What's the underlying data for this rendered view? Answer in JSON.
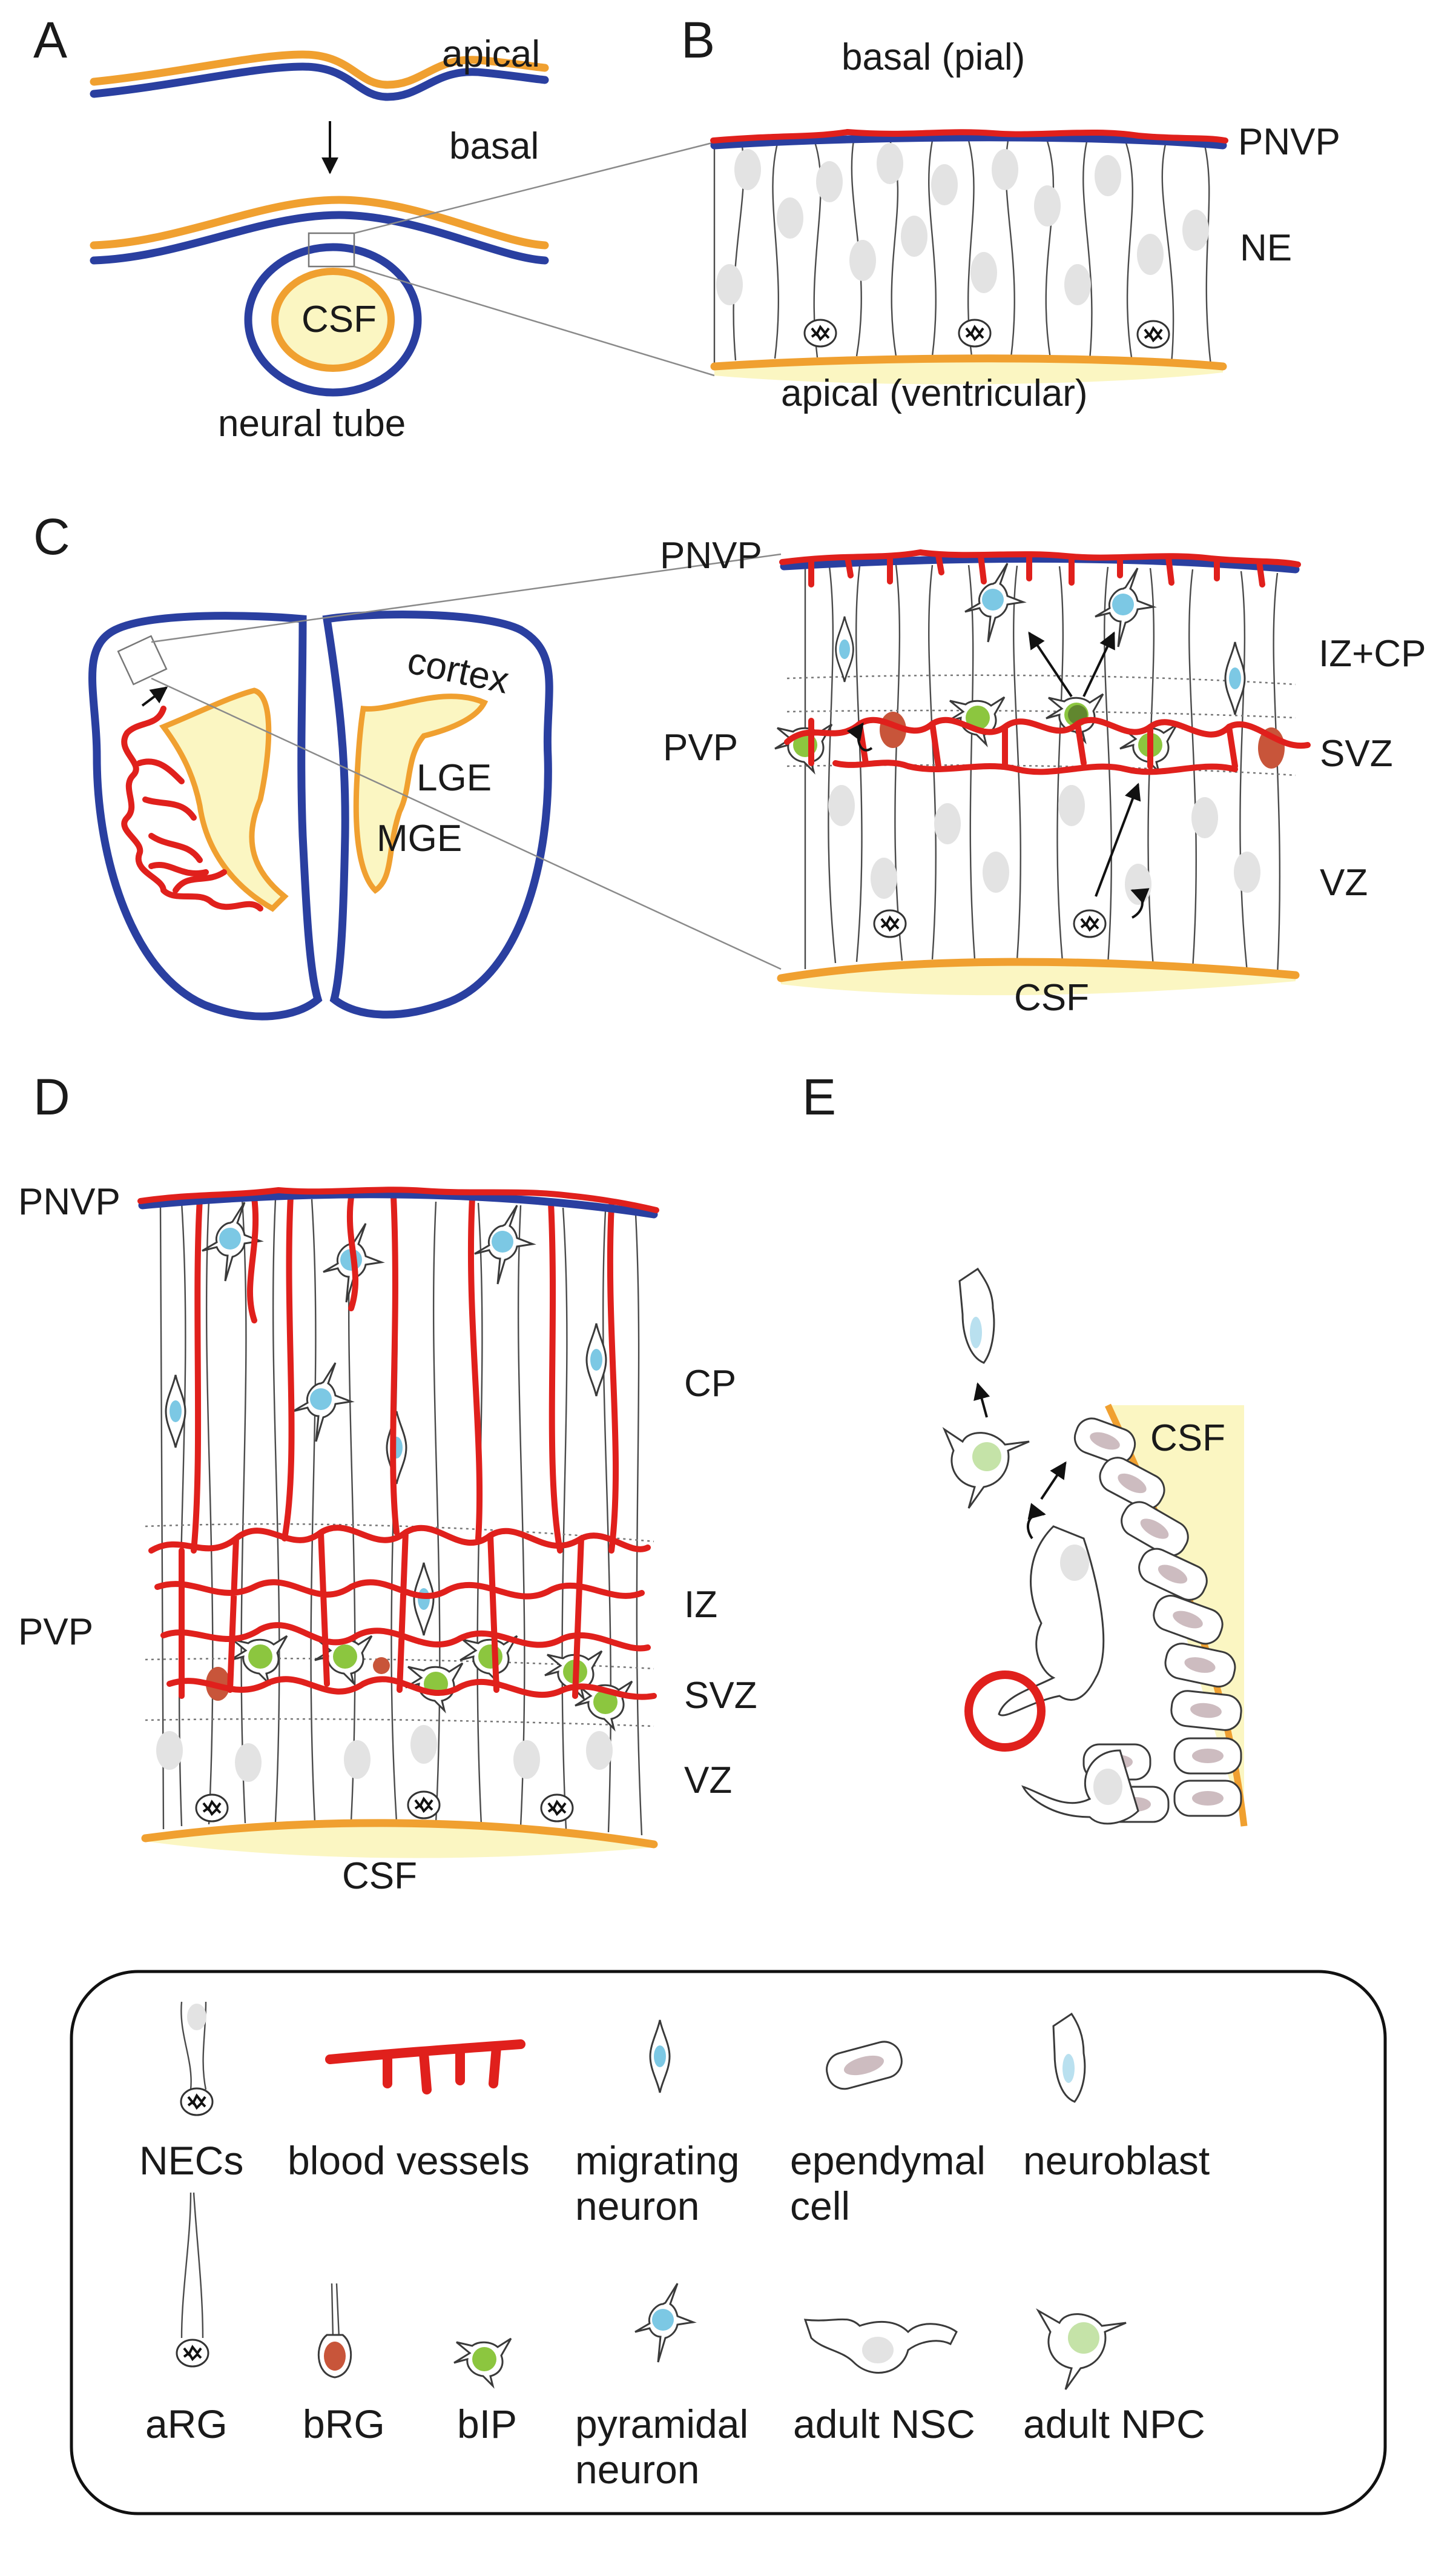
{
  "panels": {
    "a": "A",
    "b": "B",
    "c": "C",
    "d": "D",
    "e": "E"
  },
  "panel_a": {
    "apical": "apical",
    "basal": "basal",
    "csf": "CSF",
    "neural_tube": "neural tube"
  },
  "panel_b": {
    "basal_pial": "basal (pial)",
    "pnvp": "PNVP",
    "ne": "NE",
    "apical_ventricular": "apical (ventricular)"
  },
  "panel_c": {
    "cortex": "cortex",
    "lge": "LGE",
    "mge": "MGE",
    "pnvp": "PNVP",
    "pvp": "PVP",
    "iz_cp": "IZ+CP",
    "svz": "SVZ",
    "vz": "VZ",
    "csf": "CSF"
  },
  "panel_d": {
    "pnvp": "PNVP",
    "cp": "CP",
    "pvp": "PVP",
    "iz": "IZ",
    "svz": "SVZ",
    "vz": "VZ",
    "csf": "CSF"
  },
  "panel_e": {
    "csf": "CSF"
  },
  "legend": {
    "items": [
      {
        "line1": "NECs",
        "line2": ""
      },
      {
        "line1": "blood vessels",
        "line2": ""
      },
      {
        "line1": "migrating",
        "line2": "neuron"
      },
      {
        "line1": "ependymal",
        "line2": "cell"
      },
      {
        "line1": "neuroblast",
        "line2": ""
      },
      {
        "line1": "aRG",
        "line2": ""
      },
      {
        "line1": "bRG",
        "line2": ""
      },
      {
        "line1": "bIP",
        "line2": ""
      },
      {
        "line1": "pyramidal",
        "line2": "neuron"
      },
      {
        "line1": "adult NSC",
        "line2": ""
      },
      {
        "line1": "adult NPC",
        "line2": ""
      }
    ]
  },
  "colors": {
    "vessel": "#e0201c",
    "pia_blue": "#2a3fa0",
    "apical_orange": "#f0a030",
    "csf_yellow": "#fbf6c2",
    "bip_green": "#8cc63f",
    "brg_red": "#c8553a",
    "neuron_blue": "#7cc8e4",
    "npc_green": "#c5e3a8",
    "ependymal_nucleus": "#cdbcc0"
  }
}
